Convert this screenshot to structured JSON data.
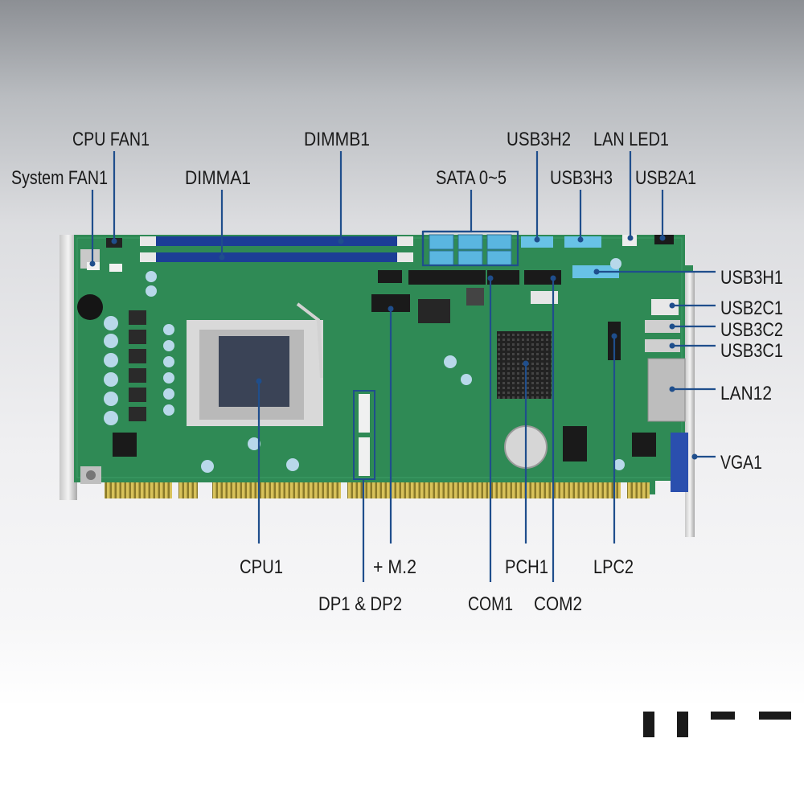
{
  "colors": {
    "pcb": "#2f8a55",
    "pcb_dark": "#1f6b3e",
    "leader": "#1f4e8c",
    "label_text": "#1a1a1a",
    "gold": "#c9b24a",
    "dimm_slot": "#1c3e96",
    "sata_port": "#5ab6e0"
  },
  "callouts": {
    "system_fan1": "System FAN1",
    "cpu_fan1": "CPU FAN1",
    "dimma1": "DIMMA1",
    "dimmb1": "DIMMB1",
    "sata": "SATA 0~5",
    "usb3h2": "USB3H2",
    "usb3h3": "USB3H3",
    "lan_led1": "LAN LED1",
    "usb2a1": "USB2A1",
    "usb3h1": "USB3H1",
    "usb2c1": "USB2C1",
    "usb3c2": "USB3C2",
    "usb3c1": "USB3C1",
    "lan12": "LAN12",
    "vga1": "VGA1",
    "cpu1": "CPU1",
    "m2": "+ M.2",
    "dp": "DP1 & DP2",
    "com1": "COM1",
    "pch1": "PCH1",
    "com2": "COM2",
    "lpc2": "LPC2"
  }
}
